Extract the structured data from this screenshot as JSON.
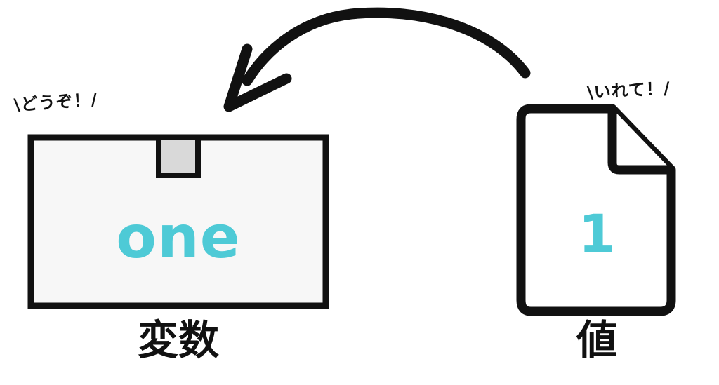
{
  "variable": {
    "callout": "\\どうぞ！/",
    "name": "one",
    "caption": "変数"
  },
  "value": {
    "callout": "\\いれて！/",
    "content": "1",
    "caption": "値"
  },
  "colors": {
    "outline": "#111111",
    "box_fill": "#f7f7f7",
    "slot_fill": "#d9d9d9",
    "accent_text": "#4ecad6"
  }
}
